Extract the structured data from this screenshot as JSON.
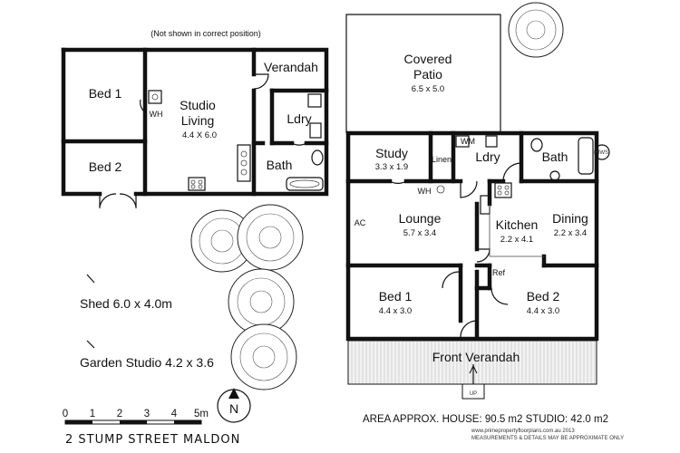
{
  "studio": {
    "note": "(Not shown in correct position)",
    "rooms": {
      "bed1": "Bed 1",
      "bed2": "Bed 2",
      "wh": "WH",
      "living": "Studio",
      "living2": "Living",
      "living_dim": "4.4 X 6.0",
      "verandah": "Verandah",
      "ldry": "Ldry",
      "bath": "Bath"
    }
  },
  "house": {
    "rooms": {
      "patio": "Covered",
      "patio2": "Patio",
      "patio_dim": "6.5 x 5.0",
      "study": "Study",
      "study_dim": "3.3 x 1.9",
      "linen": "Linen",
      "wm": "WM",
      "ldry": "Ldry",
      "bath": "Bath",
      "hws": "HWS",
      "wh": "WH",
      "ac": "AC",
      "lounge": "Lounge",
      "lounge_dim": "5.7 x 3.4",
      "kitchen": "Kitchen",
      "kitchen_dim": "2.2 x 4.1",
      "dining": "Dining",
      "dining_dim": "2.2 x 3.4",
      "ref": "Ref",
      "bed1": "Bed 1",
      "bed1_dim": "4.4 x 3.0",
      "bed2": "Bed 2",
      "bed2_dim": "4.4 x 3.0",
      "front_verandah": "Front Verandah",
      "up": "UP"
    }
  },
  "labels": {
    "shed": "Shed 6.0 x 4.0m",
    "garden_studio": "Garden Studio 4.2 x 3.6"
  },
  "scale": {
    "ticks": [
      "0",
      "1",
      "2",
      "3",
      "4",
      "5m"
    ]
  },
  "compass": "N",
  "address": "2 STUMP STREET MALDON",
  "area": "AREA APPROX. HOUSE:  90.5 m2 STUDIO: 42.0 m2",
  "credit1": "www.primepropertyfloorplans.com.au 2013",
  "credit2": "MEASUREMENTS & DETAILS MAY BE APPROXIMATE ONLY"
}
